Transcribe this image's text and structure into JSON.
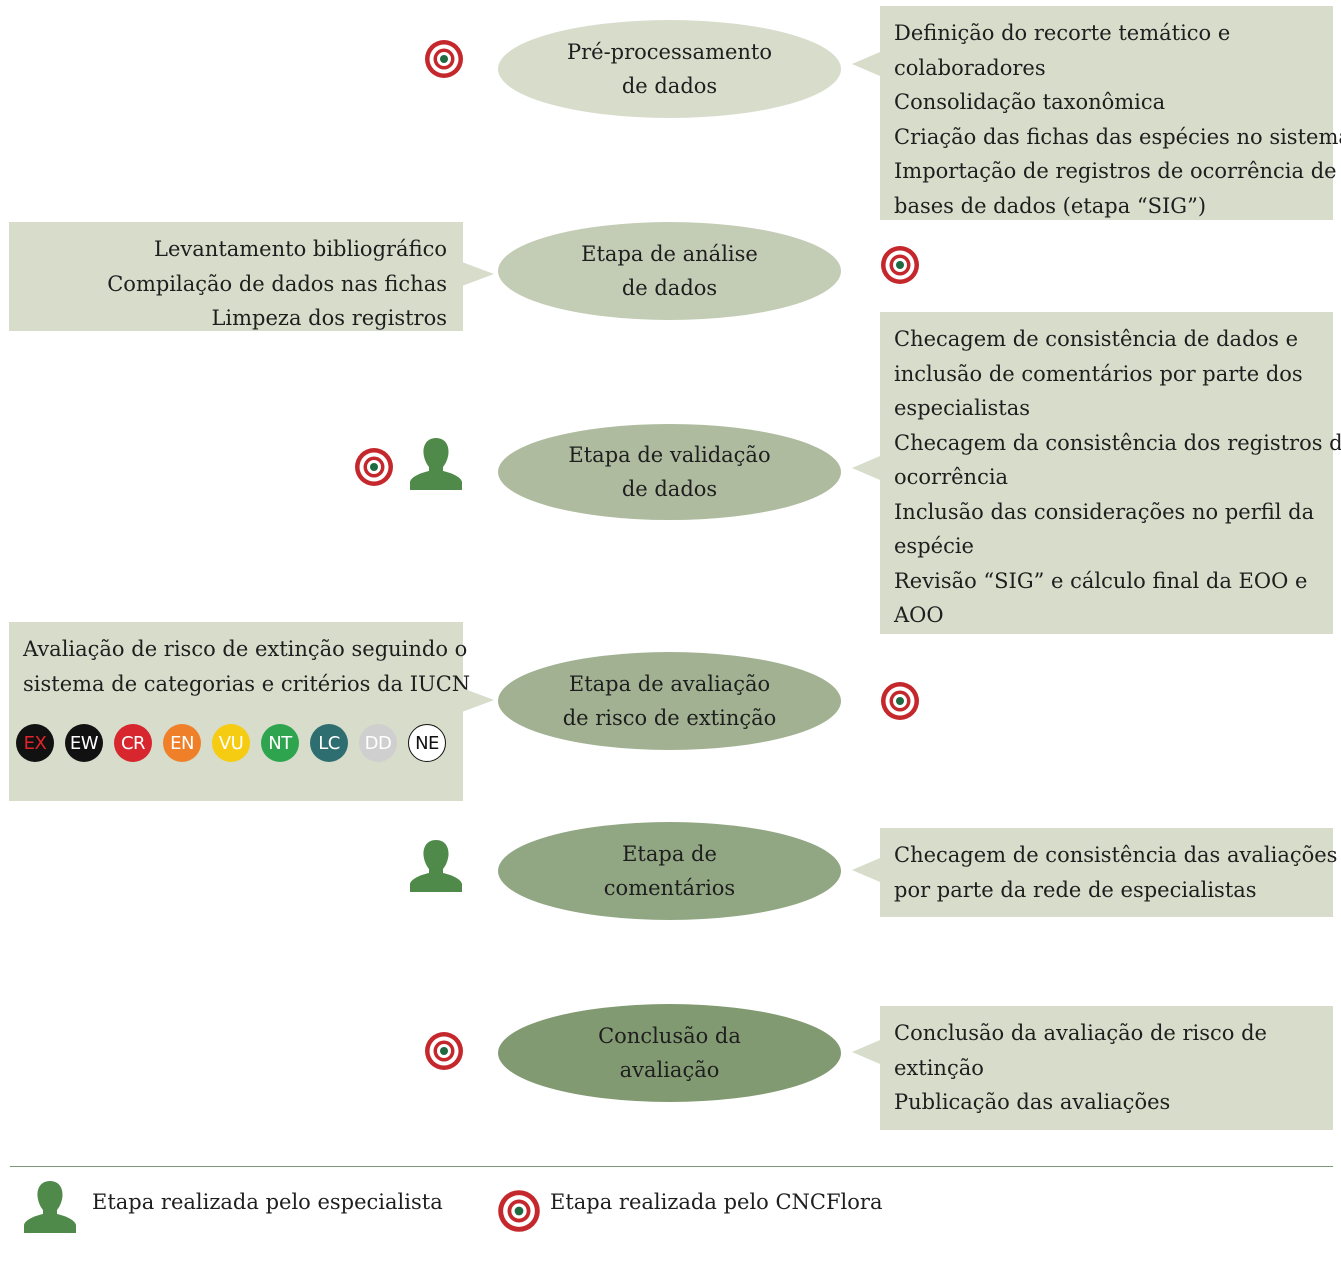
{
  "steps": [
    {
      "label_lines": [
        "Pré-processamento",
        "de dados"
      ],
      "performed_by": [
        "cncflora"
      ]
    },
    {
      "label_lines": [
        "Etapa de análise",
        "de dados"
      ],
      "performed_by": [
        "cncflora"
      ]
    },
    {
      "label_lines": [
        "Etapa de validação",
        "de dados"
      ],
      "performed_by": [
        "cncflora",
        "especialista"
      ]
    },
    {
      "label_lines": [
        "Etapa de avaliação",
        "de risco de extinção"
      ],
      "performed_by": [
        "cncflora"
      ]
    },
    {
      "label_lines": [
        "Etapa de",
        "comentários"
      ],
      "performed_by": [
        "especialista"
      ]
    },
    {
      "label_lines": [
        "Conclusão da",
        "avaliação"
      ],
      "performed_by": [
        "cncflora"
      ]
    }
  ],
  "details": {
    "preprocessing": [
      "Definição do recorte temático e",
      "colaboradores",
      "Consolidação taxonômica",
      "Criação das fichas das espécies no sistema",
      "Importação de registros de ocorrência de",
      "bases de dados  (etapa “SIG”)"
    ],
    "analysis": [
      "Levantamento bibliográfico",
      "Compilação de dados nas fichas",
      "Limpeza dos registros"
    ],
    "validation": [
      "Checagem de consistência de dados e",
      "inclusão de comentários por parte dos",
      "especialistas",
      "Checagem da consistência dos registros de",
      "ocorrência",
      "Inclusão das considerações no perfil da",
      "espécie",
      "Revisão “SIG” e cálculo final da EOO e",
      "AOO"
    ],
    "evaluation": [
      "Avaliação de risco de extinção seguindo o",
      "sistema de categorias e critérios da IUCN"
    ],
    "comments": [
      "Checagem de consistência das avaliações",
      "por parte da rede de especialistas"
    ],
    "conclusion": [
      "Conclusão da avaliação de risco de",
      "extinção",
      "Publicação das avaliações"
    ]
  },
  "iucn_categories": [
    {
      "code": "EX",
      "bg": "#111111",
      "fg": "#e0242a"
    },
    {
      "code": "EW",
      "bg": "#111111",
      "fg": "#ffffff"
    },
    {
      "code": "CR",
      "bg": "#d7262e",
      "fg": "#ffffff"
    },
    {
      "code": "EN",
      "bg": "#f07f2a",
      "fg": "#ffffff"
    },
    {
      "code": "VU",
      "bg": "#f6cc12",
      "fg": "#ffffff"
    },
    {
      "code": "NT",
      "bg": "#2ea44f",
      "fg": "#ffffff"
    },
    {
      "code": "LC",
      "bg": "#2f6e70",
      "fg": "#ffffff"
    },
    {
      "code": "DD",
      "bg": "#cfcfcf",
      "fg": "#ffffff"
    },
    {
      "code": "NE",
      "bg": "#ffffff",
      "fg": "#111111"
    }
  ],
  "legend": {
    "specialist": "Etapa realizada pelo especialista",
    "cncflora": "Etapa realizada pelo CNCFlora"
  },
  "colors": {
    "ellipse_1": "#d7dccb",
    "ellipse_2": "#c3ccb5",
    "ellipse_3": "#aebb9f",
    "ellipse_4": "#a1b192",
    "ellipse_5": "#91a683",
    "ellipse_6": "#829a72",
    "box": "#d7dccb",
    "specialist_icon": "#4f8a4a",
    "target_red": "#c4282c",
    "target_green": "#1f6a40"
  }
}
